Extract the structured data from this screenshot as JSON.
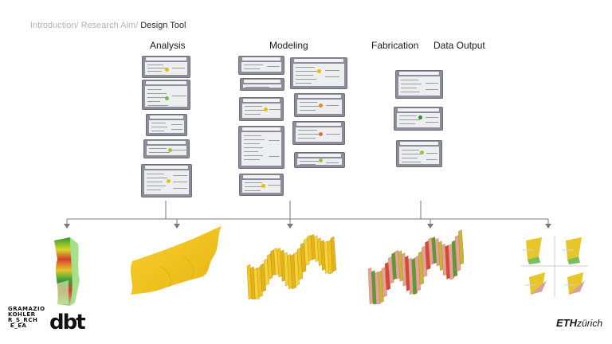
{
  "breadcrumb": {
    "intro": "Introduction/",
    "aim": "Research Aim/",
    "current": "Design Tool"
  },
  "columns": {
    "analysis": "Analysis",
    "modeling": "Modeling",
    "fabrication": "Fabrication",
    "data_output": "Data Output"
  },
  "logos": {
    "gramazio_lines": [
      "GRAMAZIO",
      "KOHLER",
      "R_S_RCH",
      " E_EA"
    ],
    "dbt": "dbt",
    "eth": "ETH",
    "eth_suffix": "zürich"
  },
  "colors": {
    "node_frame": "#8d8d9a",
    "arrow": "#7a7a7a",
    "surface_yellow": "#f2c21a",
    "analysis_green": "#4ea83a",
    "analysis_red": "#d63a2a",
    "fabrication_pink": "#e7a3a3"
  }
}
